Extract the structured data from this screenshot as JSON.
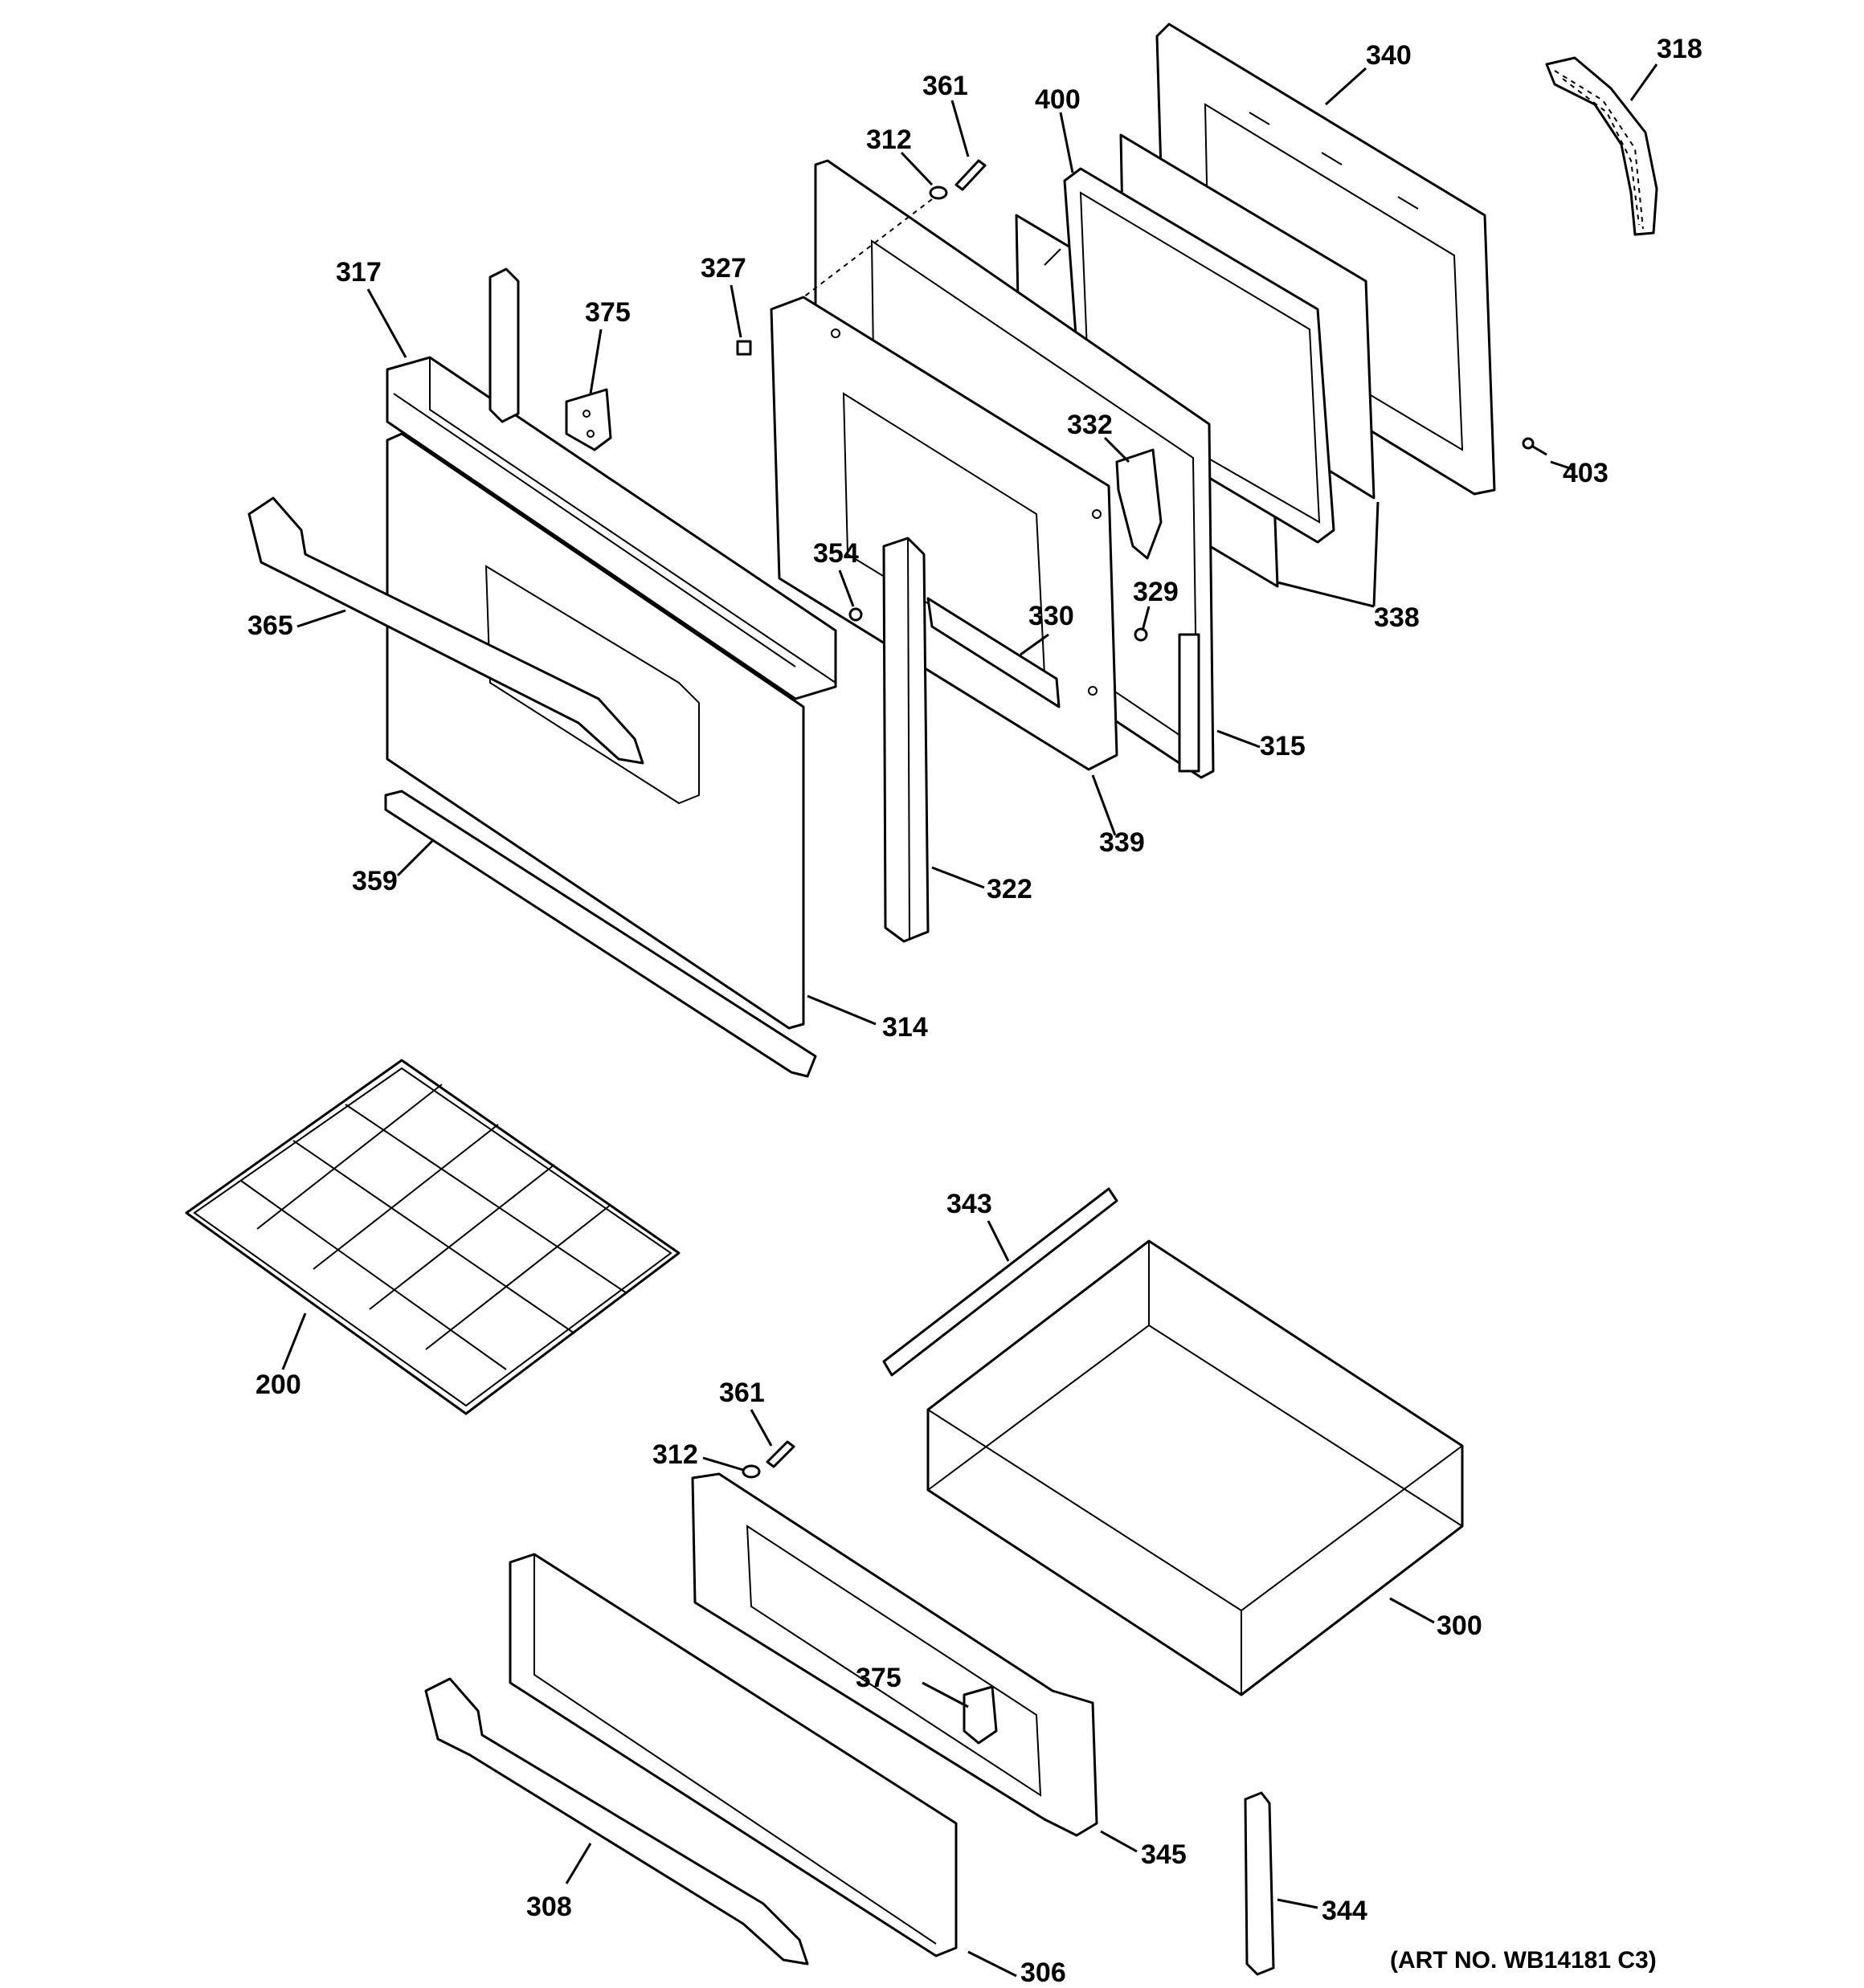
{
  "diagram": {
    "art_number": "(ART NO. WB14181 C3)",
    "callouts": [
      {
        "id": "c318",
        "text": "318"
      },
      {
        "id": "c340",
        "text": "340"
      },
      {
        "id": "c361a",
        "text": "361"
      },
      {
        "id": "c400",
        "text": "400"
      },
      {
        "id": "c312a",
        "text": "312"
      },
      {
        "id": "c327",
        "text": "327"
      },
      {
        "id": "c317",
        "text": "317"
      },
      {
        "id": "c375a",
        "text": "375"
      },
      {
        "id": "c332",
        "text": "332"
      },
      {
        "id": "c403",
        "text": "403"
      },
      {
        "id": "c354",
        "text": "354"
      },
      {
        "id": "c329",
        "text": "329"
      },
      {
        "id": "c330",
        "text": "330"
      },
      {
        "id": "c365",
        "text": "365"
      },
      {
        "id": "c338",
        "text": "338"
      },
      {
        "id": "c315",
        "text": "315"
      },
      {
        "id": "c339",
        "text": "339"
      },
      {
        "id": "c359",
        "text": "359"
      },
      {
        "id": "c322",
        "text": "322"
      },
      {
        "id": "c314",
        "text": "314"
      },
      {
        "id": "c343",
        "text": "343"
      },
      {
        "id": "c200",
        "text": "200"
      },
      {
        "id": "c361b",
        "text": "361"
      },
      {
        "id": "c312b",
        "text": "312"
      },
      {
        "id": "c300",
        "text": "300"
      },
      {
        "id": "c375b",
        "text": "375"
      },
      {
        "id": "c345",
        "text": "345"
      },
      {
        "id": "c308",
        "text": "308"
      },
      {
        "id": "c344",
        "text": "344"
      },
      {
        "id": "c306",
        "text": "306"
      }
    ]
  }
}
